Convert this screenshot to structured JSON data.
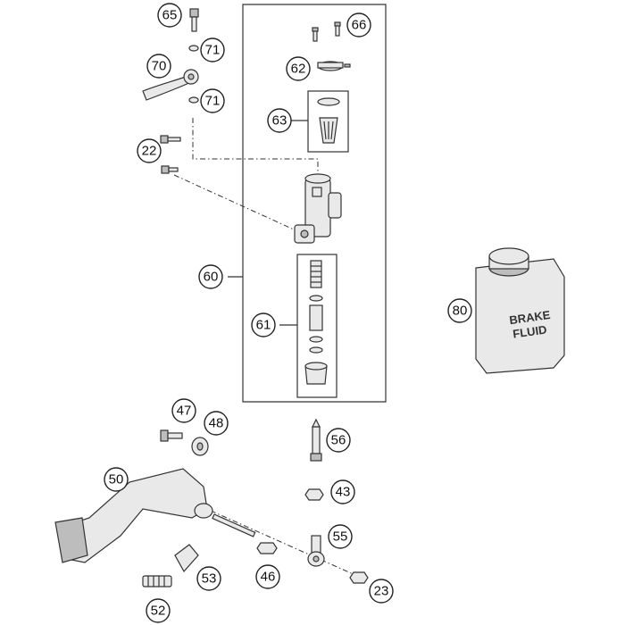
{
  "callouts": [
    {
      "id": "c65",
      "label": "65"
    },
    {
      "id": "c66",
      "label": "66"
    },
    {
      "id": "c71a",
      "label": "71"
    },
    {
      "id": "c70",
      "label": "70"
    },
    {
      "id": "c62",
      "label": "62"
    },
    {
      "id": "c71b",
      "label": "71"
    },
    {
      "id": "c63",
      "label": "63"
    },
    {
      "id": "c22",
      "label": "22"
    },
    {
      "id": "c60",
      "label": "60"
    },
    {
      "id": "c80",
      "label": "80"
    },
    {
      "id": "c61",
      "label": "61"
    },
    {
      "id": "c47",
      "label": "47"
    },
    {
      "id": "c48",
      "label": "48"
    },
    {
      "id": "c56",
      "label": "56"
    },
    {
      "id": "c50",
      "label": "50"
    },
    {
      "id": "c43",
      "label": "43"
    },
    {
      "id": "c55",
      "label": "55"
    },
    {
      "id": "c53",
      "label": "53"
    },
    {
      "id": "c46",
      "label": "46"
    },
    {
      "id": "c23",
      "label": "23"
    },
    {
      "id": "c52",
      "label": "52"
    }
  ],
  "fluid_label": {
    "line1": "BRAKE",
    "line2": "FLUID"
  }
}
